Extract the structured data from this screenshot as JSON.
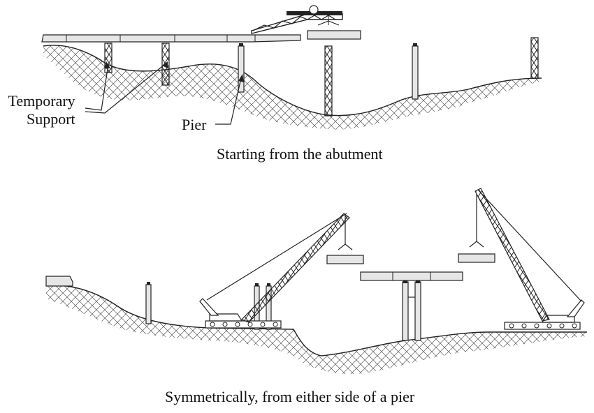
{
  "labels": {
    "temporary_support_line1": "Temporary",
    "temporary_support_line2": "Support",
    "pier": "Pier"
  },
  "captions": {
    "top": "Starting from the abutment",
    "bottom": "Symmetrically, from either side of a pier"
  },
  "colors": {
    "structure_fill": "#e6e6e6",
    "line": "#222222",
    "ground_hatch": "#555555"
  }
}
